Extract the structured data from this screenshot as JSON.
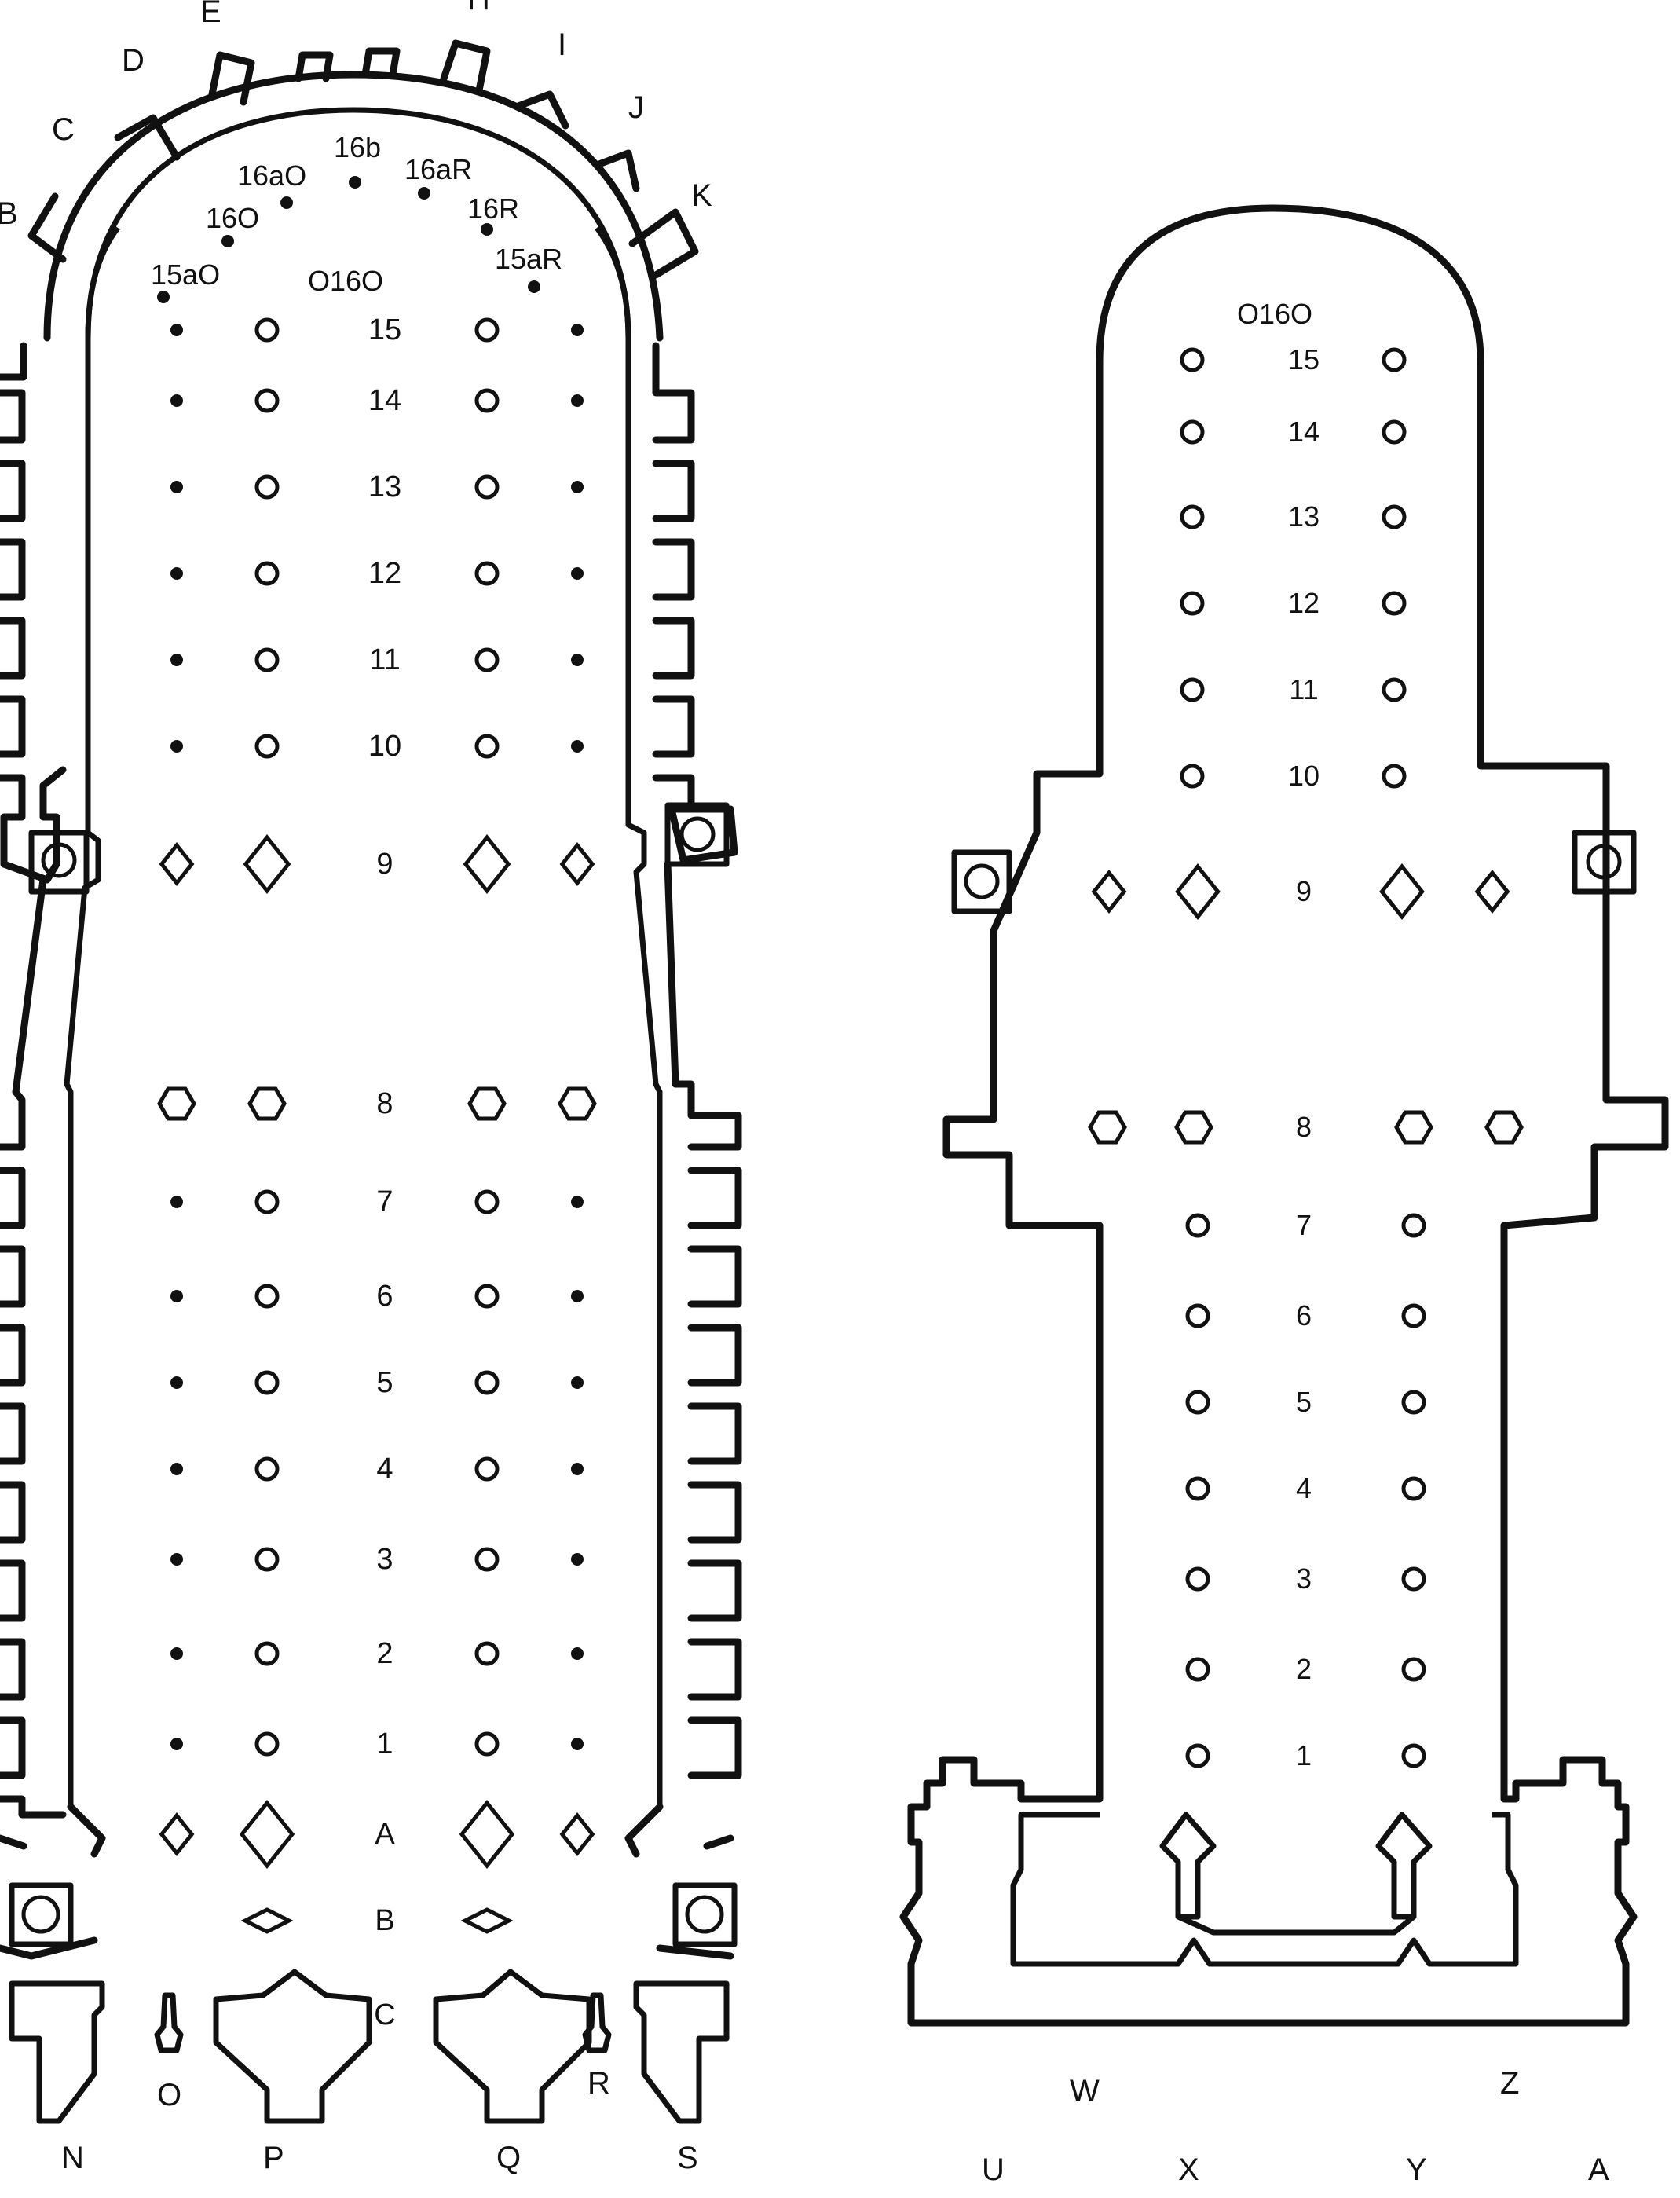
{
  "left_plan": {
    "apse_labels": [
      "B",
      "C",
      "D",
      "E",
      "H",
      "I",
      "J",
      "K"
    ],
    "ambulatory_labels": [
      "15aO",
      "16O",
      "16aO",
      "16b",
      "16aR",
      "16R",
      "15aR",
      "O16O"
    ],
    "bay_numbers": [
      "15",
      "14",
      "13",
      "12",
      "11",
      "10",
      "9",
      "8",
      "7",
      "6",
      "5",
      "4",
      "3",
      "2",
      "1",
      "A",
      "B",
      "C"
    ],
    "bottom_labels": [
      "O",
      "R",
      "N",
      "P",
      "Q",
      "S"
    ]
  },
  "right_plan": {
    "apse_label": "O16O",
    "bay_numbers": [
      "15",
      "14",
      "13",
      "12",
      "11",
      "10",
      "9",
      "8",
      "7",
      "6",
      "5",
      "4",
      "3",
      "2",
      "1"
    ],
    "bottom_labels": [
      "W",
      "Z",
      "U",
      "X",
      "Y",
      "A"
    ]
  }
}
